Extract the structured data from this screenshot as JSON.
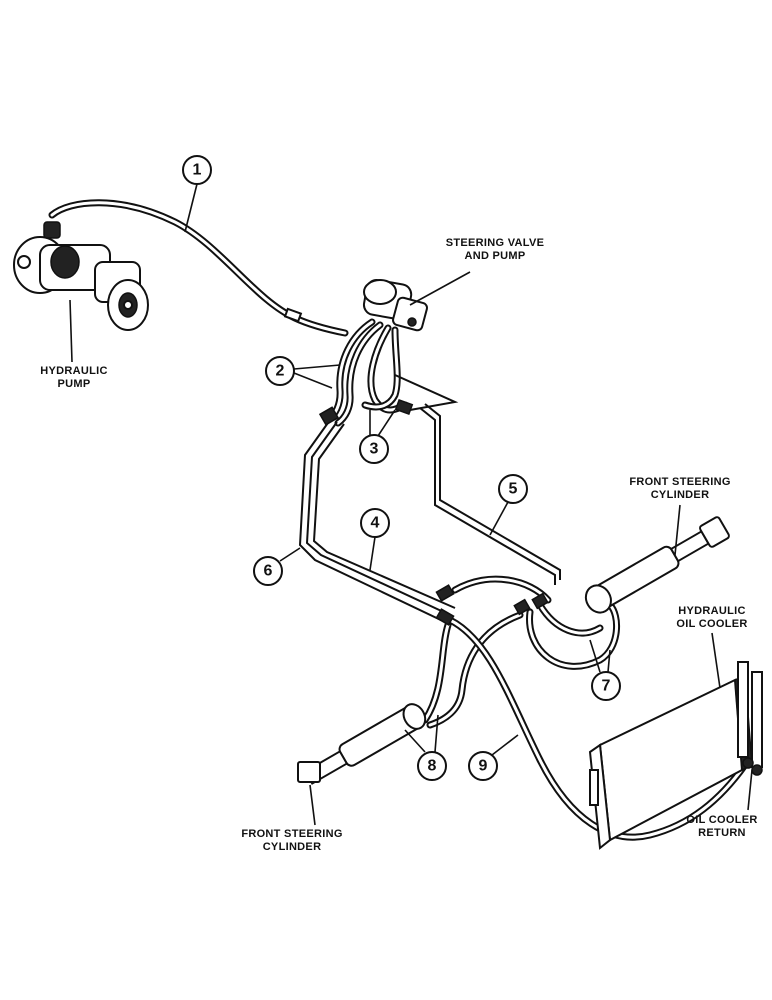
{
  "labels": {
    "hydraulic_pump": [
      "HYDRAULIC",
      "PUMP"
    ],
    "steering_valve": [
      "STEERING VALVE",
      "AND PUMP"
    ],
    "front_cyl_right": [
      "FRONT STEERING",
      "CYLINDER"
    ],
    "front_cyl_left": [
      "FRONT STEERING",
      "CYLINDER"
    ],
    "oil_cooler": [
      "HYDRAULIC",
      "OIL COOLER"
    ],
    "oil_cooler_return": [
      "OIL COOLER",
      "RETURN"
    ]
  },
  "callouts": [
    "1",
    "2",
    "3",
    "4",
    "5",
    "6",
    "7",
    "8",
    "9"
  ]
}
